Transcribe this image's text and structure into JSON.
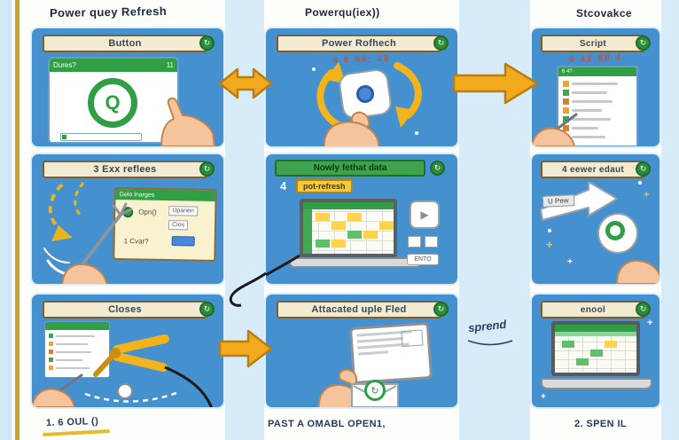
{
  "icons": {
    "panel_badge": "↻",
    "play": "▶",
    "refresh": "↻",
    "sparkle": "+"
  },
  "top_labels": {
    "left": "Power quey Refresh",
    "center": "Powerqu(iex))",
    "right": "Stcovakce"
  },
  "panels": {
    "button": {
      "title": "Button",
      "window_title": "Dures?",
      "window_badge": "11",
      "logo_letter": "Q"
    },
    "power_rofhech": {
      "title": "Power Rofhech",
      "scribble": "4 6 08; 49"
    },
    "script": {
      "title": "Script",
      "scribble": "6 42 88 4",
      "window_title": "6 4?"
    },
    "exx_reflees": {
      "title": "3 Exx reflees",
      "popup_title": "Gelo lnarges",
      "item_open": "Opn()",
      "item_upariens": "Uparien",
      "item_cios": "Cios",
      "item_cvar": "1 Cvar?"
    },
    "newly_fetched": {
      "strip_label": "Nowly fethat data",
      "step_number": "4",
      "yellow_label": "pot-refresh",
      "button_label": "ENTO"
    },
    "eewer_edaut": {
      "title": "4 eewer edaut",
      "tag_label": "U Pew"
    },
    "closes": {
      "title": "Closes"
    },
    "attacated": {
      "title": "Attacated uple Fled"
    },
    "enool": {
      "title": "enool"
    }
  },
  "annotations": {
    "sprend": "sprend"
  },
  "captions": {
    "left": "1. 6 OUL ()",
    "center": "PAST A OMABL OPEN1,",
    "right": "2. SPEN IL"
  },
  "colors": {
    "panel_blue": "#4590ce",
    "header_cream": "#f3ebd1",
    "green": "#2f9e44",
    "arrow_gold": "#f0a81c",
    "stripe_blue": "#d8ebf9",
    "accent_yellow": "#f6c83c"
  }
}
